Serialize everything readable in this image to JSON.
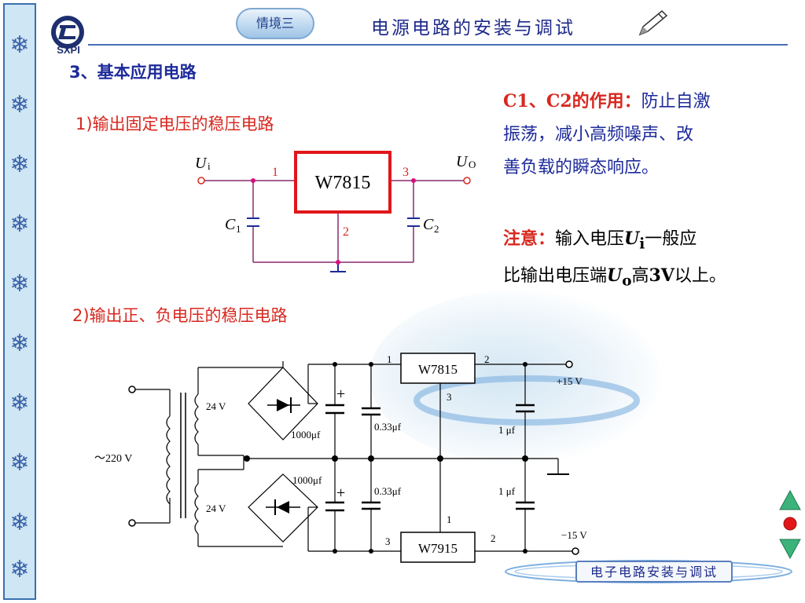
{
  "header": {
    "logo_text": "SXPI",
    "scenario_tab": "情境三",
    "title": "电源电路的安装与调试"
  },
  "section_title": "3、基本应用电路",
  "sub1": "1)输出固定电压的稳压电路",
  "sub2": "2)输出正、负电压的稳压电路",
  "note1": {
    "label": "C1、C2的作用：",
    "line1": "防止自激",
    "line2": "振荡，减小高频噪声、改",
    "line3": "善负载的瞬态响应。"
  },
  "note2": {
    "label": "注意：",
    "p1": "输入电压",
    "u": "U",
    "i_sub": "i",
    "p2": "一般应",
    "p3": "比输出电压端",
    "o_sub": "o",
    "p4": "高",
    "p5": "3V",
    "p6": "以上。"
  },
  "circuit1": {
    "ic": "W7815",
    "ui": "U",
    "ui_sub": "i",
    "uo": "U",
    "uo_sub": "O",
    "pin1": "1",
    "pin2": "2",
    "pin3": "3",
    "c1": "C",
    "c1_sub": "1",
    "c2": "C",
    "c2_sub": "2"
  },
  "circuit2": {
    "ic_top": "W7815",
    "ic_bottom": "W7915",
    "top_pin1": "1",
    "top_pin2": "2",
    "top_pin3": "3",
    "bot_pin1": "1",
    "bot_pin2": "2",
    "bot_pin3": "3",
    "v24_top": "24 V",
    "v24_bottom": "24 V",
    "v220": "～220 V",
    "c1000_top": "1000μf",
    "c1000_bottom": "1000μf",
    "c033_top": "0.33μf",
    "c033_bottom": "0.33μf",
    "c1_top": "1 μf",
    "c1_bottom": "1 μf",
    "plus15": "+15 V",
    "minus15": "−15 V",
    "plus_top": "+",
    "plus_bottom": "+"
  },
  "footer": {
    "label": "电子电路安装与调试"
  },
  "colors": {
    "accent_blue": "#1d2a9a",
    "accent_red": "#d8281f",
    "wire_purple": "#8a2a6e",
    "ic_border_red": "#e0161b"
  }
}
